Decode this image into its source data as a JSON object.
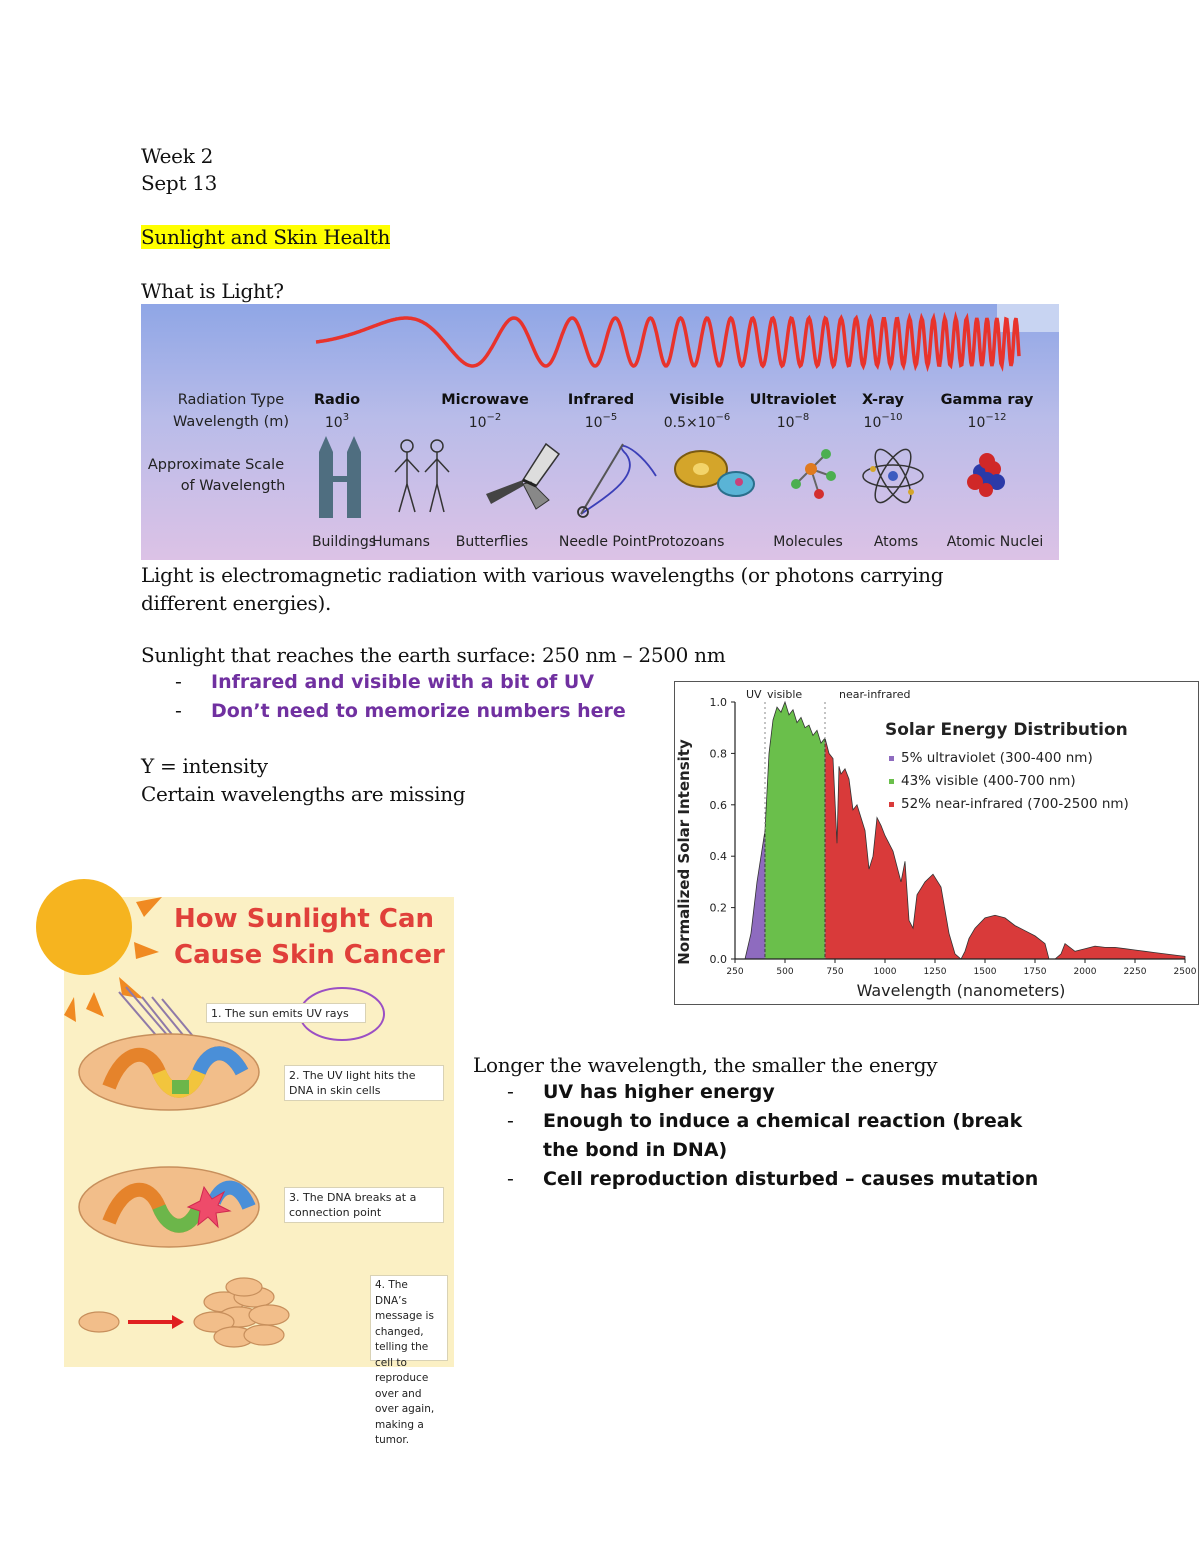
{
  "header": {
    "week": "Week 2",
    "date": "Sept 13",
    "title": "Sunlight and Skin Health",
    "question": "What is Light?"
  },
  "spectrum": {
    "row_labels": [
      "Radiation Type",
      "Wavelength (m)",
      "Approximate Scale",
      "of Wavelength"
    ],
    "types": [
      {
        "name": "Radio",
        "wavelength_base": "10",
        "wavelength_exp": "3",
        "scale": "Buildings"
      },
      {
        "name": "Microwave",
        "wavelength_base": "10",
        "wavelength_exp": "−2",
        "scale": "Humans"
      },
      {
        "name": "Infrared",
        "wavelength_base": "10",
        "wavelength_exp": "−5",
        "scale": "Butterflies"
      },
      {
        "name": "Visible",
        "wavelength_base": "0.5×10",
        "wavelength_exp": "−6",
        "scale": "Needle Point"
      },
      {
        "name": "Ultraviolet",
        "wavelength_base": "10",
        "wavelength_exp": "−8",
        "scale": "Protozoans"
      },
      {
        "name": "X-ray",
        "wavelength_base": "10",
        "wavelength_exp": "−10",
        "scale": "Molecules"
      },
      {
        "name": "Gamma ray",
        "wavelength_base": "10",
        "wavelength_exp": "−12",
        "scale": "Atoms"
      }
    ],
    "last_scale": "Atomic Nuclei",
    "colors": {
      "wave": "#e8332c"
    }
  },
  "body": {
    "light_def": "Light is electromagnetic radiation with various wavelengths (or photons carrying different energies).",
    "sunlight_range": "Sunlight that reaches the earth surface: 250 nm – 2500 nm",
    "bullets_purple": [
      "Infrared and visible with a bit of UV",
      "Don’t need to memorize numbers here"
    ],
    "y_intensity": "Y = intensity",
    "missing": "Certain wavelengths are missing",
    "energy_line": "Longer the wavelength, the smaller the energy",
    "bullets_bold": [
      "UV has higher energy",
      "Enough to induce a chemical reaction (break the bond in DNA)",
      "Cell reproduction disturbed – causes mutation"
    ],
    "dash": "-",
    "colors": {
      "purple": "#7030a0",
      "highlight": "#ffff00"
    }
  },
  "chart_data": {
    "type": "area",
    "title": "Solar Energy Distribution",
    "xlabel": "Wavelength (nanometers)",
    "ylabel": "Normalized Solar Intensity",
    "xlim": [
      250,
      2500
    ],
    "ylim": [
      0,
      1.0
    ],
    "x_ticks": [
      "250",
      "500",
      "750",
      "1000",
      "1250",
      "1500",
      "1750",
      "2000",
      "2250",
      "2500"
    ],
    "y_ticks": [
      "0.0",
      "0.2",
      "0.4",
      "0.6",
      "0.8",
      "1.0"
    ],
    "region_labels": [
      "UV",
      "visible",
      "near-infrared"
    ],
    "legend": [
      {
        "label": "5% ultraviolet (300-400 nm)",
        "color": "#8e6bbf"
      },
      {
        "label": "43% visible (400-700 nm)",
        "color": "#6abf4b"
      },
      {
        "label": "52% near-infrared (700-2500 nm)",
        "color": "#d93a3a"
      }
    ],
    "series": [
      {
        "x": [
          300,
          330,
          360,
          390,
          400
        ],
        "y": [
          0.0,
          0.1,
          0.3,
          0.45,
          0.5
        ],
        "color": "#8e6bbf"
      },
      {
        "x": [
          400,
          420,
          440,
          460,
          480,
          500,
          520,
          540,
          560,
          580,
          600,
          620,
          640,
          660,
          680,
          700
        ],
        "y": [
          0.5,
          0.8,
          0.93,
          0.98,
          0.96,
          1.0,
          0.95,
          0.97,
          0.92,
          0.94,
          0.9,
          0.91,
          0.87,
          0.89,
          0.84,
          0.86
        ],
        "color": "#6abf4b"
      },
      {
        "x": [
          700,
          720,
          740,
          760,
          770,
          780,
          800,
          820,
          840,
          860,
          880,
          900,
          920,
          940,
          960,
          980,
          1000,
          1040,
          1080,
          1100,
          1120,
          1140,
          1160,
          1200,
          1240,
          1280,
          1320,
          1350,
          1380,
          1400,
          1420,
          1450,
          1500,
          1550,
          1600,
          1650,
          1700,
          1750,
          1800,
          1820,
          1850,
          1880,
          1900,
          1950,
          2000,
          2050,
          2100,
          2150,
          2200,
          2250,
          2300,
          2350,
          2400,
          2450,
          2500
        ],
        "y": [
          0.86,
          0.8,
          0.78,
          0.45,
          0.75,
          0.72,
          0.74,
          0.7,
          0.58,
          0.6,
          0.55,
          0.5,
          0.35,
          0.4,
          0.55,
          0.52,
          0.48,
          0.42,
          0.3,
          0.38,
          0.15,
          0.12,
          0.25,
          0.3,
          0.33,
          0.28,
          0.1,
          0.02,
          0.0,
          0.03,
          0.08,
          0.12,
          0.16,
          0.17,
          0.16,
          0.13,
          0.11,
          0.09,
          0.06,
          0.0,
          0.0,
          0.02,
          0.06,
          0.03,
          0.04,
          0.05,
          0.045,
          0.045,
          0.04,
          0.035,
          0.03,
          0.025,
          0.02,
          0.015,
          0.01
        ],
        "color": "#d93a3a"
      }
    ]
  },
  "infographic": {
    "title_line1": "How Sunlight Can",
    "title_line2": "Cause Skin Cancer",
    "steps": [
      "1. The sun emits UV rays",
      "2. The UV light hits the DNA in skin cells",
      "3. The DNA breaks at a connection point",
      "4. The DNA’s message is changed, telling the cell to reproduce over and over again, making a tumor."
    ],
    "colors": {
      "title": "#e0403a",
      "background": "#fbf0c4",
      "circle": "#9b4fc4"
    }
  }
}
